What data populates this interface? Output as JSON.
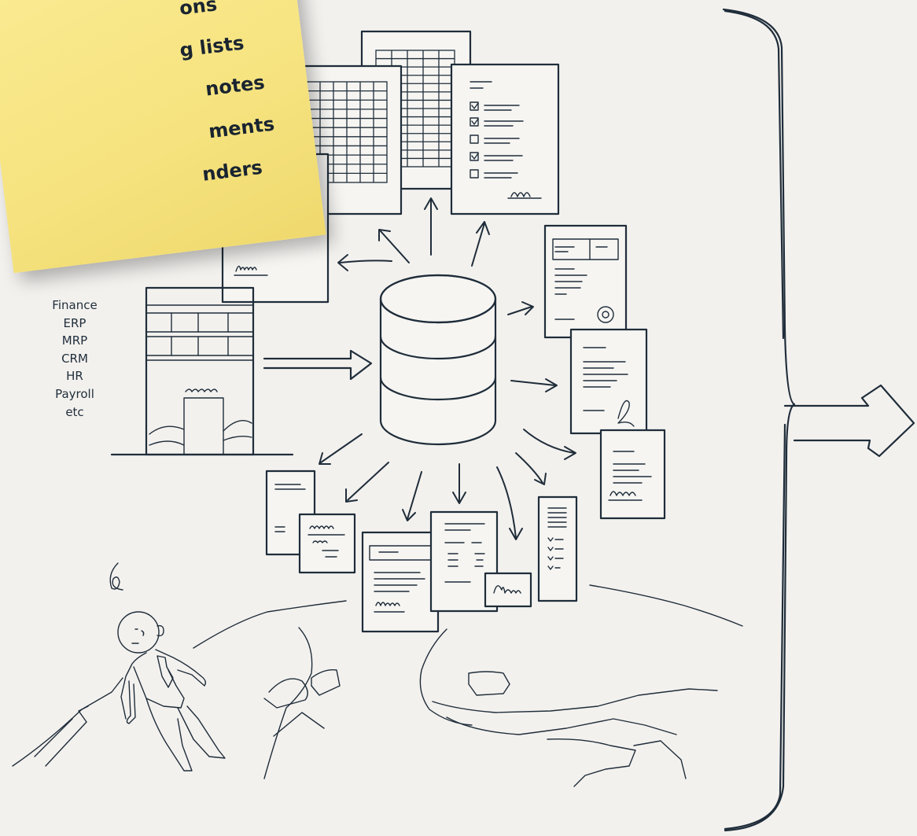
{
  "sticky_note": {
    "lines": [
      "ons",
      "g lists",
      "notes",
      "ments",
      "nders"
    ]
  },
  "systems": {
    "items": [
      "Finance",
      "ERP",
      "MRP",
      "CRM",
      "HR",
      "Payroll",
      "etc"
    ]
  },
  "colors": {
    "background": "#f3f1ee",
    "ink": "#1f2d3a",
    "sticky": "#f6e37f"
  }
}
